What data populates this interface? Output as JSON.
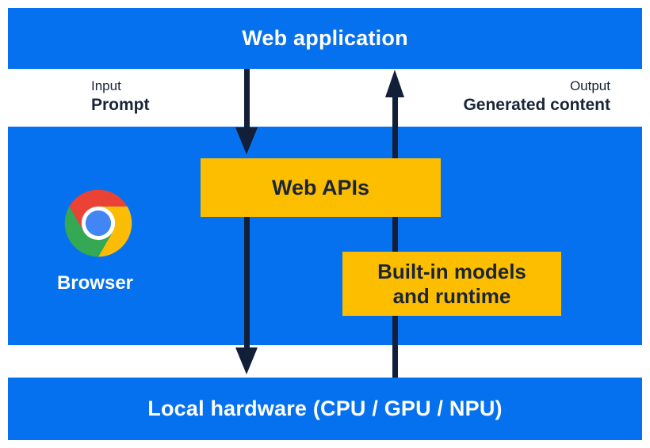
{
  "colors": {
    "blue": "#0671EE",
    "yellow": "#FDBE00",
    "ink": "#1B2538",
    "arrow": "#121F38",
    "white_text": "#FFFFFF",
    "chrome_red": "#EA4335",
    "chrome_yellow": "#FBBC05",
    "chrome_green": "#34A853",
    "chrome_blue": "#4285F4"
  },
  "top_bar": {
    "label": "Web application"
  },
  "io": {
    "input_caption": "Input",
    "input_label": "Prompt",
    "output_caption": "Output",
    "output_label": "Generated content"
  },
  "browser": {
    "label": "Browser",
    "web_apis_label": "Web APIs",
    "builtin_line1": "Built-in models",
    "builtin_line2": "and runtime"
  },
  "bottom_bar": {
    "label": "Local hardware (CPU / GPU / NPU)"
  },
  "icons": {
    "chrome": "chrome-browser-logo",
    "down_arrow": "downward-flow-arrow",
    "up_arrow": "upward-flow-arrow"
  }
}
